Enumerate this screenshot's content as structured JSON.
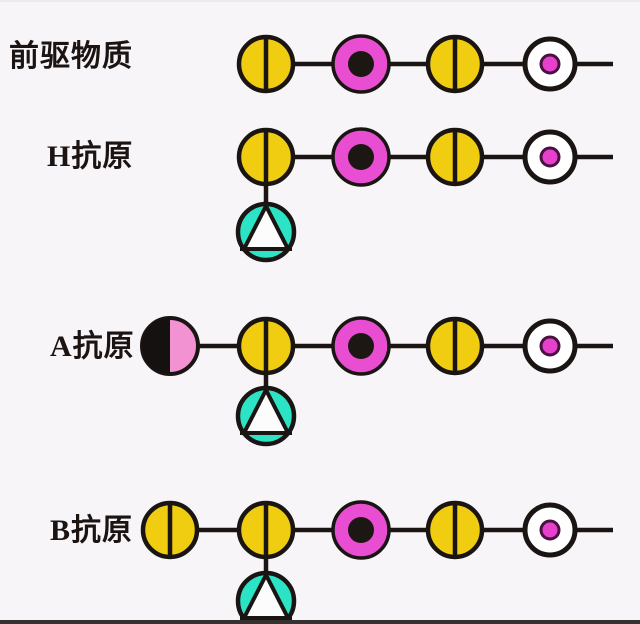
{
  "colors": {
    "background": "#f7f5f8",
    "top_edge_strip": "#eceaee",
    "outline": "#1a1413",
    "yellow": "#f0cd10",
    "magenta": "#e94ed2",
    "magenta_core": "#1c1713",
    "white": "#ffffff",
    "white_core_dot": "#e740cd",
    "white_core_ring": "#471140",
    "cyan": "#2ce4c5",
    "triangle_fill": "#fdfcfd",
    "pink_half": "#f292d2",
    "black_half": "#161111",
    "bottom_strip": "#343130",
    "label_text": "#1b1412"
  },
  "units": {
    "yellow-split": {
      "icon": "yellow-split-circle-icon",
      "desc_shape": "circle-with-vertical-bar"
    },
    "magenta-core": {
      "icon": "magenta-core-circle-icon",
      "desc_shape": "circle-with-black-core"
    },
    "white-core": {
      "icon": "white-ring-circle-icon",
      "desc_shape": "ring-with-magenta-dot"
    },
    "cyan-triangle": {
      "icon": "cyan-triangle-circle-icon",
      "desc_shape": "circle-with-inscribed-triangle"
    },
    "half-black-pink": {
      "icon": "half-black-pink-circle-icon",
      "desc_shape": "circle-left-black-right-pink"
    }
  },
  "rows": [
    {
      "id": "precursor",
      "label": "前驱物质",
      "prefix": null,
      "chain": [
        "yellow-split",
        "magenta-core",
        "yellow-split",
        "white-core"
      ],
      "branch": null
    },
    {
      "id": "h-antigen",
      "label": "H抗原",
      "prefix": null,
      "chain": [
        "yellow-split",
        "magenta-core",
        "yellow-split",
        "white-core"
      ],
      "branch": {
        "unit": "cyan-triangle",
        "attach_chain_index": 0
      }
    },
    {
      "id": "a-antigen",
      "label": "A抗原",
      "prefix": "half-black-pink",
      "chain": [
        "yellow-split",
        "magenta-core",
        "yellow-split",
        "white-core"
      ],
      "branch": {
        "unit": "cyan-triangle",
        "attach_chain_index": 0
      }
    },
    {
      "id": "b-antigen",
      "label": "B抗原",
      "prefix": "yellow-split",
      "chain": [
        "yellow-split",
        "magenta-core",
        "yellow-split",
        "white-core"
      ],
      "branch": {
        "unit": "cyan-triangle",
        "attach_chain_index": 0
      }
    }
  ]
}
